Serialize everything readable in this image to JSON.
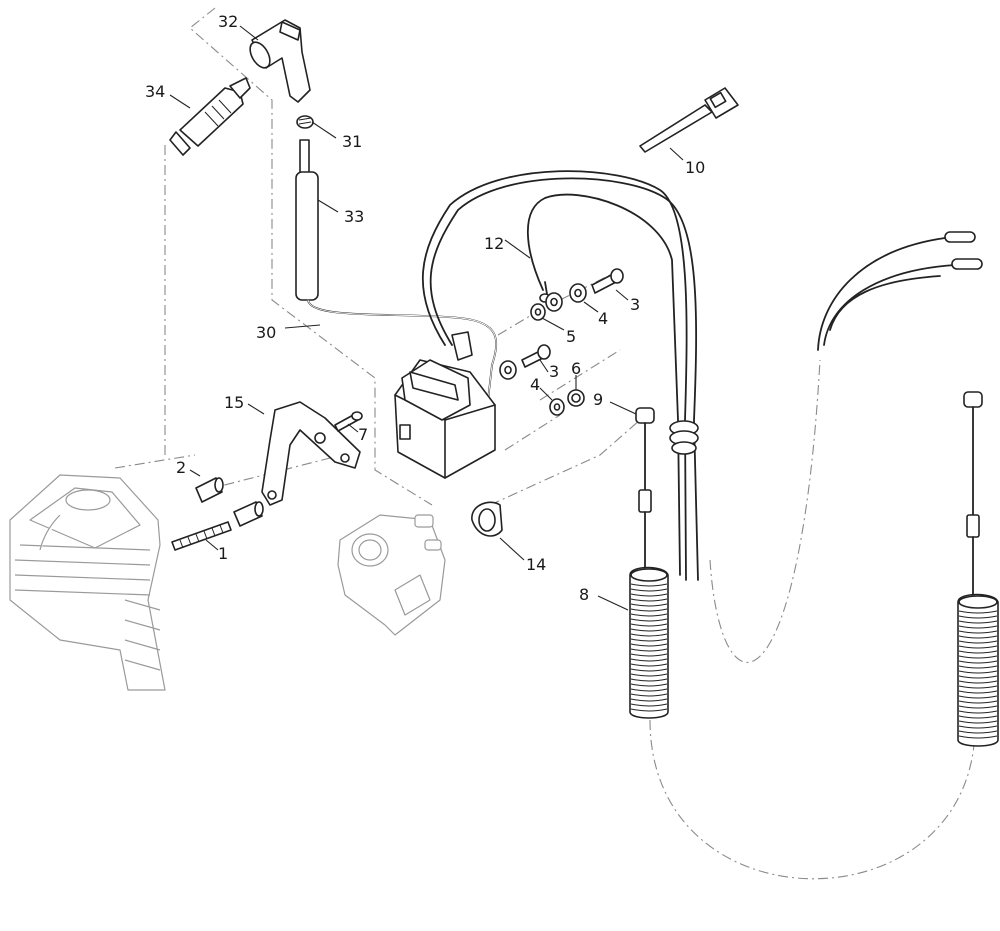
{
  "callouts": {
    "c1": "1",
    "c2": "2",
    "c3a": "3",
    "c3b": "3",
    "c4a": "4",
    "c4b": "4",
    "c5": "5",
    "c6": "6",
    "c7": "7",
    "c8": "8",
    "c9": "9",
    "c10": "10",
    "c12": "12",
    "c14": "14",
    "c15": "15",
    "c30": "30",
    "c31": "31",
    "c32": "32",
    "c33": "33",
    "c34": "34"
  }
}
